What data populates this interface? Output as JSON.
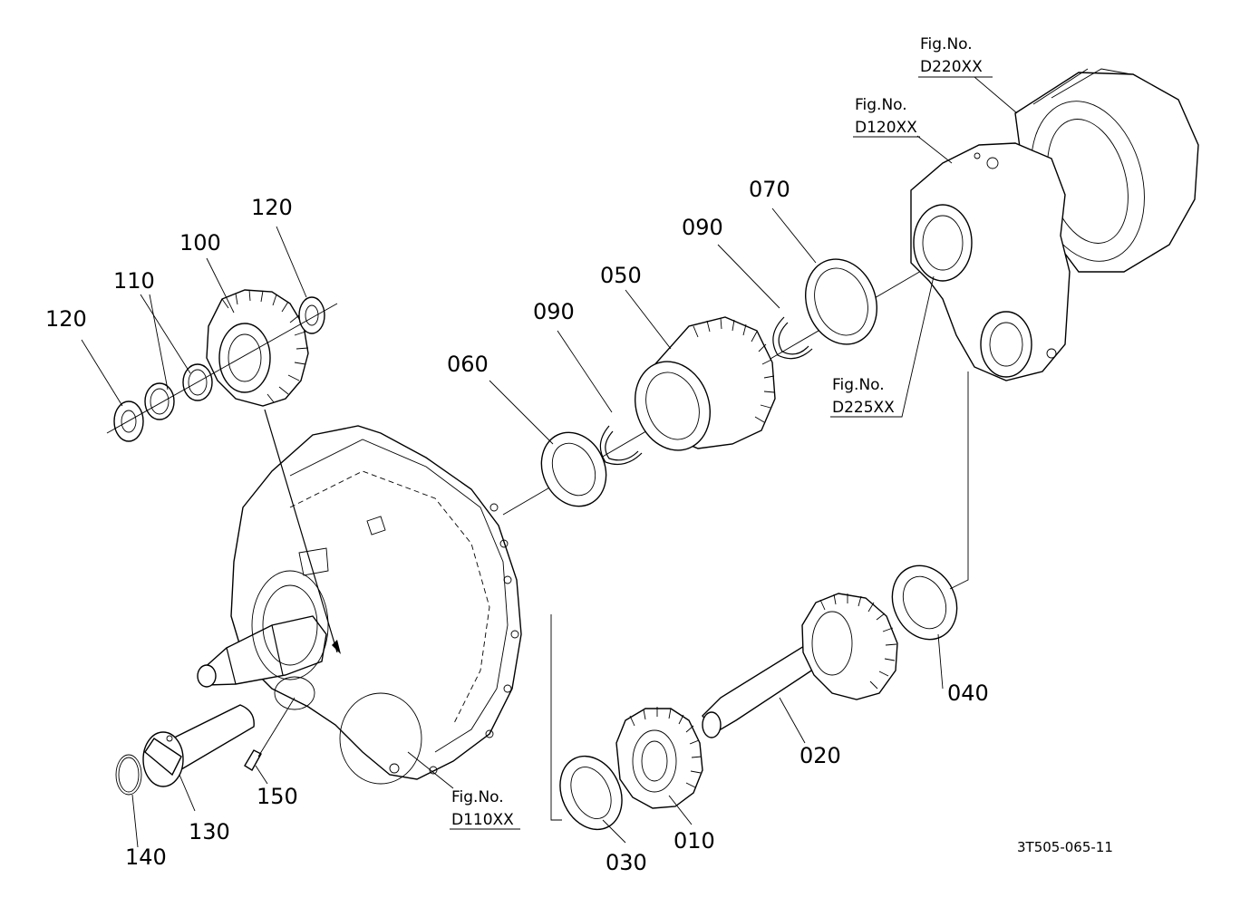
{
  "parts": [
    {
      "id": "p010",
      "label": "010"
    },
    {
      "id": "p020",
      "label": "020"
    },
    {
      "id": "p030",
      "label": "030"
    },
    {
      "id": "p040",
      "label": "040"
    },
    {
      "id": "p050",
      "label": "050"
    },
    {
      "id": "p060",
      "label": "060"
    },
    {
      "id": "p070",
      "label": "070"
    },
    {
      "id": "p090a",
      "label": "090"
    },
    {
      "id": "p090b",
      "label": "090"
    },
    {
      "id": "p100",
      "label": "100"
    },
    {
      "id": "p110",
      "label": "110"
    },
    {
      "id": "p120a",
      "label": "120"
    },
    {
      "id": "p120b",
      "label": "120"
    },
    {
      "id": "p130",
      "label": "130"
    },
    {
      "id": "p140",
      "label": "140"
    },
    {
      "id": "p150",
      "label": "150"
    }
  ],
  "figure_refs": {
    "d220": {
      "title": "Fig.No.",
      "code": "D220XX"
    },
    "d120": {
      "title": "Fig.No.",
      "code": "D120XX"
    },
    "d225": {
      "title": "Fig.No.",
      "code": "D225XX"
    },
    "d110": {
      "title": "Fig.No.",
      "code": "D110XX"
    }
  },
  "drawing_code": "3T505-065-11"
}
